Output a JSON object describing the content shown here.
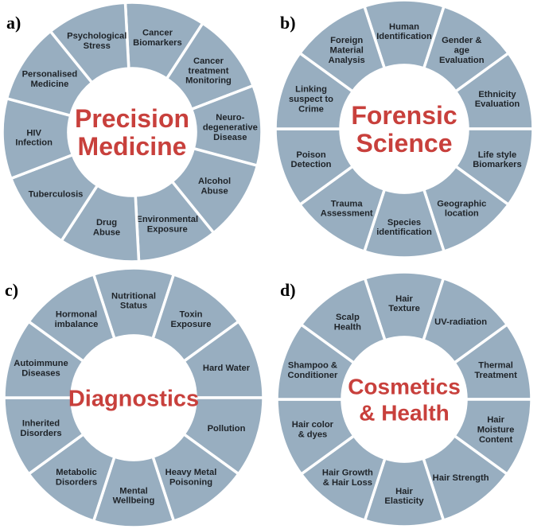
{
  "panels": [
    {
      "letter": "a)",
      "title": [
        "Precision",
        "Medicine"
      ],
      "start_angle": 15,
      "segments": [
        [
          "Cancer",
          "Biomarkers"
        ],
        [
          "Cancer",
          "treatment",
          "Monitoring"
        ],
        [
          "Neuro-",
          "degenerative",
          "Disease"
        ],
        [
          "Alcohol",
          "Abuse"
        ],
        [
          "Environmental",
          "Exposure"
        ],
        [
          "Drug",
          "Abuse"
        ],
        [
          "Tuberculosis"
        ],
        [
          "HIV",
          "Infection"
        ],
        [
          "Personalised",
          "Medicine"
        ],
        [
          "Psychological",
          "Stress"
        ]
      ]
    },
    {
      "letter": "b)",
      "title": [
        "Forensic",
        "Science"
      ],
      "start_angle": 0,
      "segments": [
        [
          "Human",
          "Identification"
        ],
        [
          "Gender &",
          "age",
          "Evaluation"
        ],
        [
          "Ethnicity",
          "Evaluation"
        ],
        [
          "Life style",
          "Biomarkers"
        ],
        [
          "Geographic",
          "location"
        ],
        [
          "Species",
          "identification"
        ],
        [
          "Trauma",
          "Assessment"
        ],
        [
          "Poison",
          "Detection"
        ],
        [
          "Linking",
          "suspect to",
          "Crime"
        ],
        [
          "Foreign",
          "Material",
          "Analysis"
        ]
      ]
    },
    {
      "letter": "c)",
      "title": [
        "Diagnostics"
      ],
      "start_angle": 0,
      "segments": [
        [
          "Nutritional",
          "Status"
        ],
        [
          "Toxin",
          "Exposure"
        ],
        [
          "Hard Water"
        ],
        [
          "Pollution"
        ],
        [
          "Heavy Metal",
          "Poisoning"
        ],
        [
          "Mental",
          "Wellbeing"
        ],
        [
          "Metabolic",
          "Disorders"
        ],
        [
          "Inherited",
          "Disorders"
        ],
        [
          "Autoimmune",
          "Diseases"
        ],
        [
          "Hormonal",
          "imbalance"
        ]
      ]
    },
    {
      "letter": "d)",
      "title": [
        "Cosmetics",
        "& Health"
      ],
      "start_angle": 0,
      "segments": [
        [
          "Hair",
          "Texture"
        ],
        [
          "UV-radiation"
        ],
        [
          "Thermal",
          "Treatment"
        ],
        [
          "Hair",
          "Moisture",
          "Content"
        ],
        [
          "Hair Strength"
        ],
        [
          "Hair",
          "Elasticity"
        ],
        [
          "Hair Growth",
          "& Hair Loss"
        ],
        [
          "Hair color",
          "& dyes"
        ],
        [
          "Shampoo &",
          "Conditioner"
        ],
        [
          "Scalp",
          "Health"
        ]
      ]
    }
  ],
  "colors": {
    "segment_fill": "#98aec0",
    "segment_gap": "#ffffff",
    "center_fill": "#ffffff",
    "title_color": "#c8403c",
    "label_color": "#1e2328"
  }
}
